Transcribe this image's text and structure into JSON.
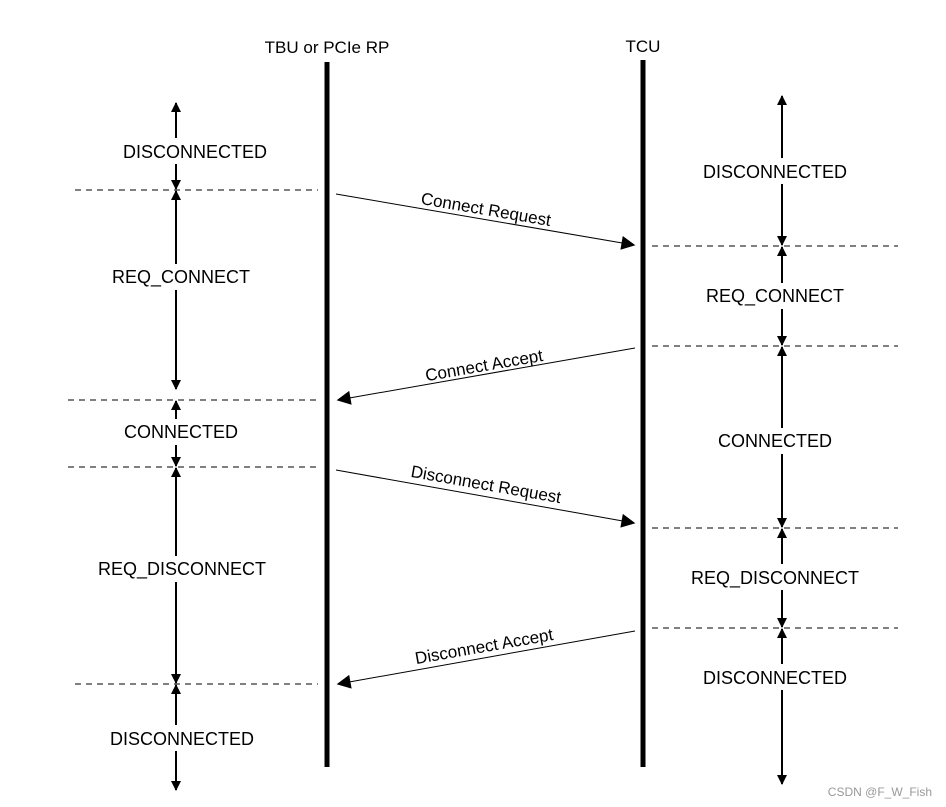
{
  "participants": {
    "left": "TBU or PCIe RP",
    "right": "TCU"
  },
  "left_states": [
    "DISCONNECTED",
    "REQ_CONNECT",
    "CONNECTED",
    "REQ_DISCONNECT",
    "DISCONNECTED"
  ],
  "right_states": [
    "DISCONNECTED",
    "REQ_CONNECT",
    "CONNECTED",
    "REQ_DISCONNECT",
    "DISCONNECTED"
  ],
  "messages": [
    {
      "label": "Connect Request",
      "direction": "left-to-right"
    },
    {
      "label": "Connect Accept",
      "direction": "right-to-left"
    },
    {
      "label": "Disconnect Request",
      "direction": "left-to-right"
    },
    {
      "label": "Disconnect Accept",
      "direction": "right-to-left"
    }
  ],
  "watermark": "CSDN @F_W_Fish"
}
